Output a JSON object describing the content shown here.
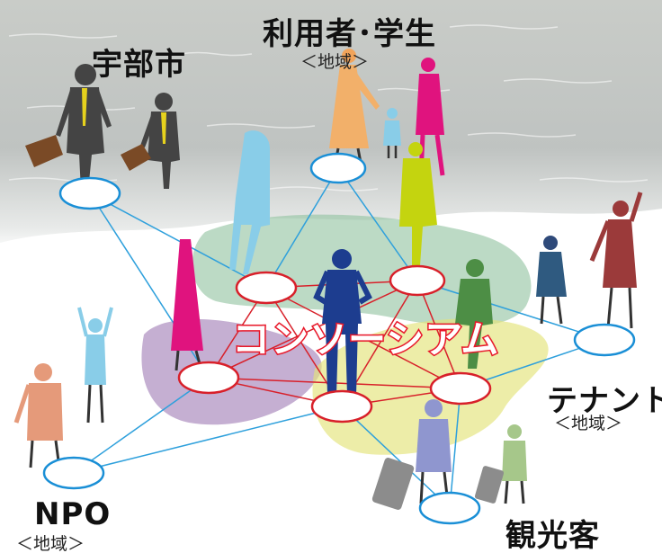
{
  "labels": {
    "ube_city": "宇部市",
    "users_students": "利用者･学生",
    "users_region": "＜地域＞",
    "tenant": "テナント",
    "tenant_region": "＜地域＞",
    "npo": "NPO",
    "npo_region": "＜地域＞",
    "tourists": "観光客"
  },
  "center_title": "コンソーシアム",
  "colors": {
    "outer_node": "#1a8fd6",
    "inner_node": "#d8202a",
    "outer_link": "#2ea0dc",
    "inner_link": "#d8202a",
    "zone_green": "#8fc29e",
    "zone_purple": "#a684ba",
    "zone_yellow": "#e3e37a",
    "title_stroke": "#e8182a"
  }
}
